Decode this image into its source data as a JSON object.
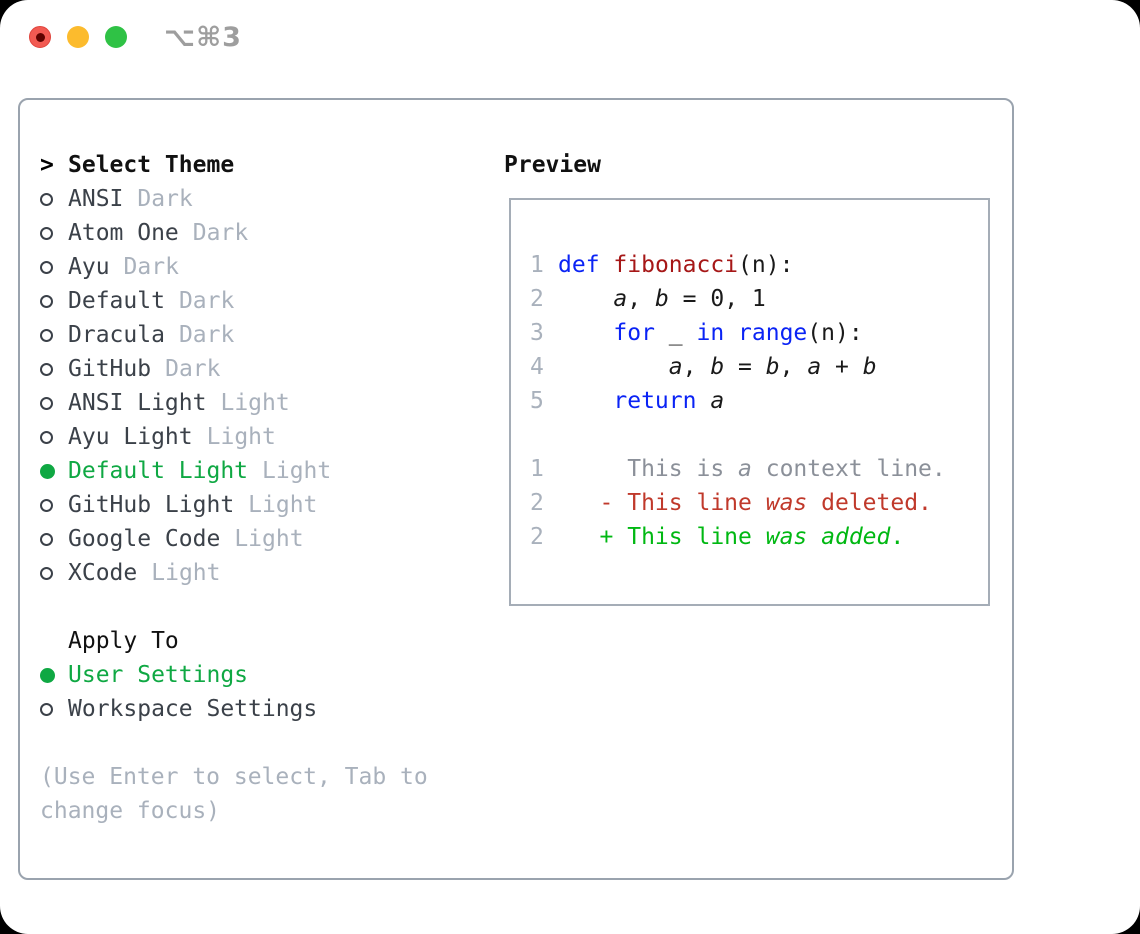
{
  "window": {
    "shortcut": "⌥⌘3"
  },
  "titlebar": {
    "buttons": [
      {
        "name": "close-button"
      },
      {
        "name": "minimize-button"
      },
      {
        "name": "zoom-button"
      }
    ]
  },
  "theme_list": {
    "title_prefix": ">",
    "title": "Select Theme",
    "items": [
      {
        "name": "ANSI",
        "variant": "Dark",
        "selected": false
      },
      {
        "name": "Atom One",
        "variant": "Dark",
        "selected": false
      },
      {
        "name": "Ayu",
        "variant": "Dark",
        "selected": false
      },
      {
        "name": "Default",
        "variant": "Dark",
        "selected": false
      },
      {
        "name": "Dracula",
        "variant": "Dark",
        "selected": false
      },
      {
        "name": "GitHub",
        "variant": "Dark",
        "selected": false
      },
      {
        "name": "ANSI Light",
        "variant": "Light",
        "selected": false
      },
      {
        "name": "Ayu Light",
        "variant": "Light",
        "selected": false
      },
      {
        "name": "Default Light",
        "variant": "Light",
        "selected": true
      },
      {
        "name": "GitHub Light",
        "variant": "Light",
        "selected": false
      },
      {
        "name": "Google Code",
        "variant": "Light",
        "selected": false
      },
      {
        "name": "XCode",
        "variant": "Light",
        "selected": false
      }
    ]
  },
  "apply_to": {
    "title": "Apply To",
    "options": [
      {
        "label": "User Settings",
        "selected": true
      },
      {
        "label": "Workspace Settings",
        "selected": false
      }
    ]
  },
  "hint": {
    "text": "(Use Enter to select, Tab to change focus)"
  },
  "preview": {
    "title": "Preview",
    "lines": [
      {
        "num": "1",
        "tokens": [
          {
            "t": "def",
            "c": "kw"
          },
          {
            "t": " "
          },
          {
            "t": "fibonacci",
            "c": "fn"
          },
          {
            "t": "(n):"
          }
        ]
      },
      {
        "num": "2",
        "tokens": [
          {
            "t": "    "
          },
          {
            "t": "a",
            "c": "var"
          },
          {
            "t": ", "
          },
          {
            "t": "b",
            "c": "var"
          },
          {
            "t": " = 0, 1"
          }
        ]
      },
      {
        "num": "3",
        "tokens": [
          {
            "t": "    "
          },
          {
            "t": "for",
            "c": "kw"
          },
          {
            "t": " _ "
          },
          {
            "t": "in",
            "c": "kw"
          },
          {
            "t": " "
          },
          {
            "t": "range",
            "c": "kw"
          },
          {
            "t": "(n):"
          }
        ]
      },
      {
        "num": "4",
        "tokens": [
          {
            "t": "        "
          },
          {
            "t": "a",
            "c": "var"
          },
          {
            "t": ", "
          },
          {
            "t": "b",
            "c": "var"
          },
          {
            "t": " = "
          },
          {
            "t": "b",
            "c": "var"
          },
          {
            "t": ", "
          },
          {
            "t": "a",
            "c": "var"
          },
          {
            "t": " + "
          },
          {
            "t": "b",
            "c": "var"
          }
        ]
      },
      {
        "num": "5",
        "tokens": [
          {
            "t": "    "
          },
          {
            "t": "return",
            "c": "kw"
          },
          {
            "t": " "
          },
          {
            "t": "a",
            "c": "var"
          }
        ]
      },
      {
        "num": "",
        "tokens": []
      },
      {
        "num": "1",
        "tokens": [
          {
            "t": "     This is ",
            "c": "ctx"
          },
          {
            "t": "a",
            "c": "ctx",
            "i": true
          },
          {
            "t": " context line.",
            "c": "ctx"
          }
        ]
      },
      {
        "num": "2",
        "tokens": [
          {
            "t": "   - This line ",
            "c": "del"
          },
          {
            "t": "was",
            "c": "del",
            "i": true
          },
          {
            "t": " deleted.",
            "c": "del"
          }
        ]
      },
      {
        "num": "2",
        "tokens": [
          {
            "t": "   + This line ",
            "c": "add"
          },
          {
            "t": "was",
            "c": "add",
            "i": true
          },
          {
            "t": " ",
            "c": "add"
          },
          {
            "t": "added",
            "c": "add",
            "i": true
          },
          {
            "t": ".",
            "c": "add"
          }
        ]
      }
    ]
  },
  "colors": {
    "accent_green": "#0fa843",
    "traffic_red": "#f25a52",
    "traffic_red_dot": "#5e0300",
    "traffic_yellow": "#fcbb2d",
    "traffic_green": "#2fc245",
    "border_gray": "#9aa3ae",
    "box_border": "#a5adb7",
    "text_dark": "#3b4149",
    "muted_gray": "#a9b1bc",
    "keyword_blue": "#0a23f5",
    "function_red": "#a61717",
    "context_gray": "#8b9099",
    "deleted_red": "#c0392b",
    "added_green": "#00b812"
  }
}
